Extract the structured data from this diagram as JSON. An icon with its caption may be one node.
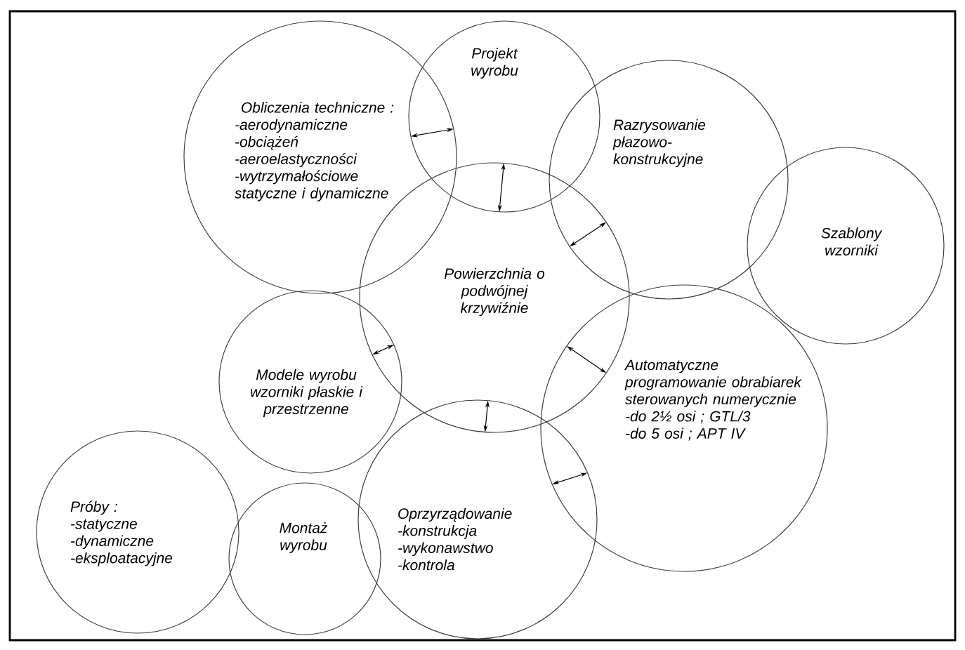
{
  "diagram": {
    "nodes": [
      {
        "text": [
          "Obliczenia techniczne :",
          "-aerodynamiczne",
          "-obciążeń",
          "-aeroelastyczności",
          "-wytrzymałościowe statyczne i dynamiczne"
        ]
      },
      {
        "text": [
          "Projekt wyrobu"
        ]
      },
      {
        "text": [
          "Razrysowanie płazowo-konstrukcyjne"
        ]
      },
      {
        "text": [
          "Szablony wzorniki"
        ]
      },
      {
        "text": [
          "Powierzchnia o podwójnej krzywiźnie"
        ]
      },
      {
        "text": [
          "Automatyczne programowanie obrabiarek sterowanych numerycznie",
          "-do 2½ osi ; GTL/3",
          "-do 5 osi ; APT IV"
        ]
      },
      {
        "text": [
          "Modele wyrobu",
          "wzorniki płaskie i przestrzenne"
        ]
      },
      {
        "text": [
          "Oprzyrządowanie",
          "-konstrukcja",
          "-wykonawstwo",
          "-kontrola"
        ]
      },
      {
        "text": [
          "Próby :",
          "-statyczne",
          "-dynamiczne",
          "-eksploatacyjne"
        ]
      },
      {
        "text": [
          "Montaż wyrobu"
        ]
      }
    ],
    "edges": [
      {
        "from": 0,
        "to": 1,
        "arrow": "both"
      },
      {
        "from": 1,
        "to": 4,
        "arrow": "both"
      },
      {
        "from": 4,
        "to": 2,
        "arrow": "both"
      },
      {
        "from": 4,
        "to": 6,
        "arrow": "both"
      },
      {
        "from": 4,
        "to": 5,
        "arrow": "both"
      },
      {
        "from": 4,
        "to": 7,
        "arrow": "both"
      },
      {
        "from": 7,
        "to": 5,
        "arrow": "both"
      }
    ]
  }
}
